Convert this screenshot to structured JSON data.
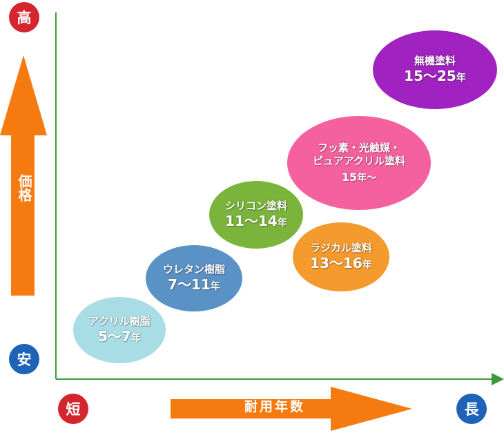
{
  "colors": {
    "axis_line": "#3a9a3a",
    "arrow": "#f57a10",
    "badge_red": "#d3262f",
    "badge_blue": "#1e63b8"
  },
  "y_axis": {
    "label": "価格",
    "high": "高",
    "low": "安"
  },
  "x_axis": {
    "label": "耐用年数",
    "short": "短",
    "long": "長"
  },
  "items": [
    {
      "name": "アクリル樹脂",
      "years_num": "5〜7",
      "years_unit": "年",
      "color": "#a9dde6"
    },
    {
      "name": "ウレタン樹脂",
      "years_num": "7〜11",
      "years_unit": "年",
      "color": "#5b92c6"
    },
    {
      "name": "シリコン塗料",
      "years_num": "11〜14",
      "years_unit": "年",
      "color": "#7ab43a"
    },
    {
      "name": "ラジカル塗料",
      "years_num": "13〜16",
      "years_unit": "年",
      "color": "#f59a2c"
    },
    {
      "name_line1": "フッ素・光触媒・",
      "name_line2": "ピュアアクリル塗料",
      "years_num": "15",
      "years_unit": "年〜",
      "color": "#f5609e"
    },
    {
      "name": "無機塗料",
      "years_num": "15〜25",
      "years_unit": "年",
      "color": "#a022c0"
    }
  ]
}
